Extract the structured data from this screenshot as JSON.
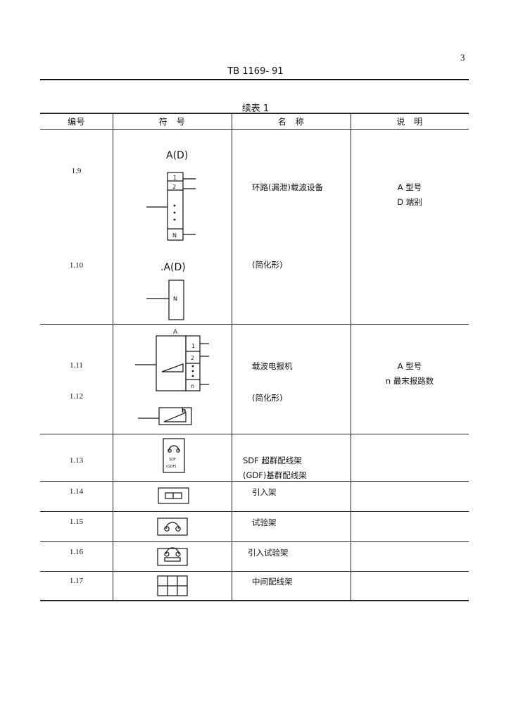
{
  "page_number": "3",
  "standard": "TB 1169- 91",
  "table_title": "续表 1",
  "headers": {
    "number": "编号",
    "symbol": "符　号",
    "name": "名　称",
    "note": "说　明"
  },
  "rows": [
    {
      "number": "1.9",
      "name": "环路(漏泄)载波设备",
      "notes": [
        "A 型号",
        "D 端别"
      ]
    },
    {
      "number": "1.10",
      "name": "(简化形)"
    },
    {
      "number": "1.11",
      "name": "载波电报机",
      "notes": [
        "A 型号",
        "n 最末报路数"
      ]
    },
    {
      "number": "1.12",
      "name": "(简化形)"
    },
    {
      "number": "1.13",
      "name": "SDF 超群配线架",
      "name2": "(GDF)基群配线架"
    },
    {
      "number": "1.14",
      "name": "引入架"
    },
    {
      "number": "1.15",
      "name": "试验架"
    },
    {
      "number": "1.16",
      "name": "引入试验架"
    },
    {
      "number": "1.17",
      "name": "中间配线架"
    }
  ],
  "symbol_labels": {
    "s19_title": "A(D)",
    "s19_cell1": "1",
    "s19_cell2": "2",
    "s19_celln": "N",
    "s110_title": ".A(D)",
    "s110_cell": "N",
    "s111_title": "A",
    "s111_cell1": "1",
    "s111_cell2": "2",
    "s111_celln": "n",
    "s112_label": "h",
    "s113_line1": "SDF",
    "s113_line2": "(GDF)"
  }
}
